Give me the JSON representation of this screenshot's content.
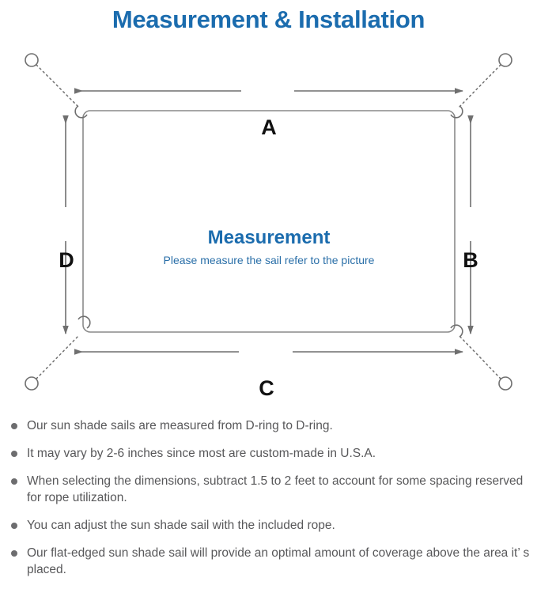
{
  "page": {
    "title": "Measurement & Installation",
    "background_color": "#ffffff",
    "accent_color": "#1b6cae",
    "line_color": "#6f6f6f",
    "text_color": "#58585a"
  },
  "diagram": {
    "name": "sun-shade-sail-measurement-diagram",
    "sail": {
      "center_title": "Measurement",
      "center_subtitle": "Please measure the sail refer to the picture",
      "shape": "rounded-rectangle",
      "corner_hardware": "d-ring"
    },
    "dimension_labels": [
      {
        "id": "a",
        "label": "A",
        "edge": "top",
        "orientation": "horizontal"
      },
      {
        "id": "b",
        "label": "B",
        "edge": "right",
        "orientation": "vertical"
      },
      {
        "id": "c",
        "label": "C",
        "edge": "bottom",
        "orientation": "horizontal"
      },
      {
        "id": "d",
        "label": "D",
        "edge": "left",
        "orientation": "vertical"
      }
    ],
    "anchor_points": [
      {
        "id": "top-left",
        "style": "open-circle",
        "connector": "dotted-rope"
      },
      {
        "id": "top-right",
        "style": "open-circle",
        "connector": "dotted-rope"
      },
      {
        "id": "bottom-left",
        "style": "open-circle",
        "connector": "dotted-rope"
      },
      {
        "id": "bottom-right",
        "style": "open-circle",
        "connector": "dotted-rope"
      }
    ]
  },
  "notes": {
    "bullet_glyph": "filled-circle",
    "items": [
      "Our sun shade sails are measured from D-ring to D-ring.",
      "It may vary by 2-6 inches since most are custom-made in U.S.A.",
      "When selecting the dimensions, subtract 1.5 to 2 feet to account for some spacing reserved for rope utilization.",
      "You can adjust the sun shade sail with the included rope.",
      "Our flat-edged sun shade sail will provide an optimal amount of coverage above the area it’ s placed."
    ]
  }
}
